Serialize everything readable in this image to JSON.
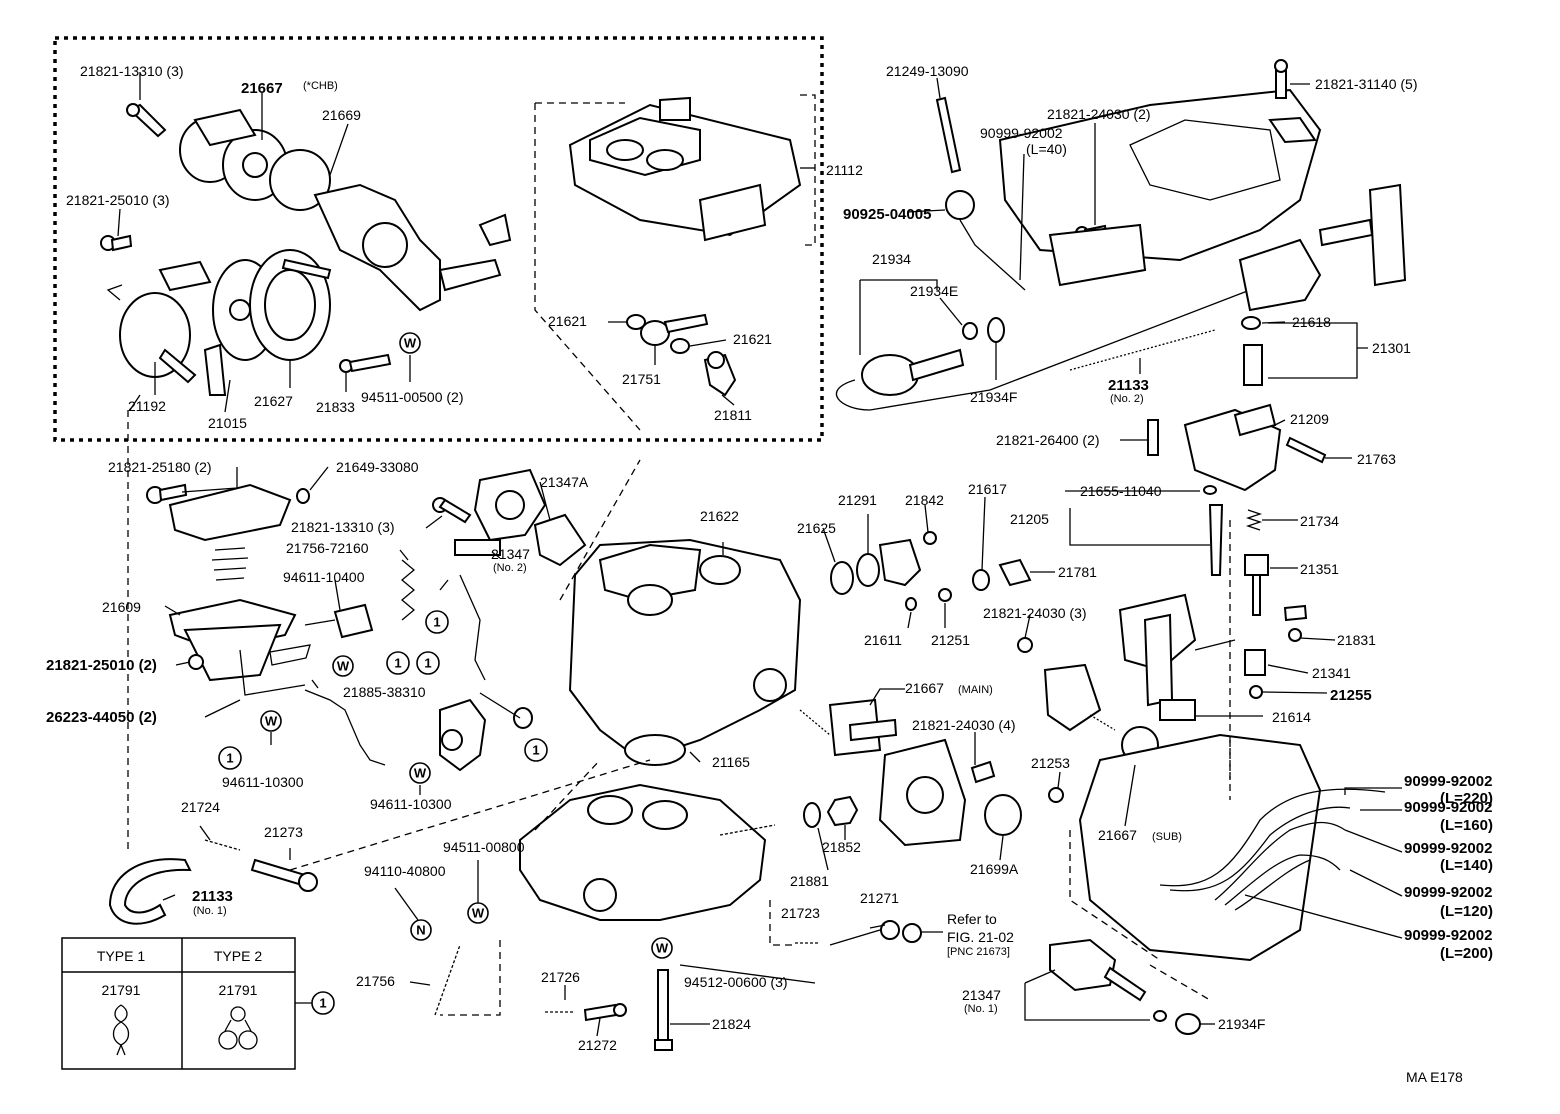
{
  "diagram_code": "MA  E178",
  "labels": {
    "l_21821_13310_3_top": "21821-13310 (3)",
    "l_21667_chb": "21667",
    "l_21667_chb_note": "(*CHB)",
    "l_21669": "21669",
    "l_21821_25010_3": "21821-25010 (3)",
    "l_21192": "21192",
    "l_21015": "21015",
    "l_21627": "21627",
    "l_21833": "21833",
    "l_94511_00500_2": "94511-00500 (2)",
    "l_21112": "21112",
    "l_21621_a": "21621",
    "l_21621_b": "21621",
    "l_21751": "21751",
    "l_21811": "21811",
    "l_21249_13090": "21249-13090",
    "l_90999_92002_top": "90999-92002",
    "l_l40": "(L=40)",
    "l_90925_04005": "90925-04005",
    "l_21821_24030_2": "21821-24030 (2)",
    "l_21821_31140_5": "21821-31140 (5)",
    "l_21934": "21934",
    "l_21934e": "21934E",
    "l_21934f_top": "21934F",
    "l_21133_no2": "21133",
    "l_no2_a": "(No. 2)",
    "l_21618": "21618",
    "l_21301": "21301",
    "l_21209": "21209",
    "l_21763": "21763",
    "l_21821_26400_2": "21821-26400 (2)",
    "l_21655_11040": "21655-11040",
    "l_21205": "21205",
    "l_21734": "21734",
    "l_21351": "21351",
    "l_21831": "21831",
    "l_21341": "21341",
    "l_21255": "21255",
    "l_21614": "21614",
    "l_21821_25180_2": "21821-25180 (2)",
    "l_21649_33080": "21649-33080",
    "l_21821_13310_3_mid": "21821-13310 (3)",
    "l_21347a": "21347A",
    "l_21756_72160": "21756-72160",
    "l_21347_no2": "21347",
    "l_no2_b": "(No. 2)",
    "l_94611_10400": "94611-10400",
    "l_21609": "21609",
    "l_21821_25010_2": "21821-25010 (2)",
    "l_26223_44050_2": "26223-44050 (2)",
    "l_21885_38310": "21885-38310",
    "l_94611_10300_a": "94611-10300",
    "l_94611_10300_b": "94611-10300",
    "l_21622": "21622",
    "l_21625": "21625",
    "l_21291": "21291",
    "l_21842": "21842",
    "l_21617": "21617",
    "l_21781": "21781",
    "l_21611": "21611",
    "l_21251": "21251",
    "l_21821_24030_3": "21821-24030 (3)",
    "l_21667_main": "21667",
    "l_main": "(MAIN)",
    "l_21165": "21165",
    "l_21821_24030_4": "21821-24030 (4)",
    "l_21253": "21253",
    "l_21667_sub": "21667",
    "l_sub": "(SUB)",
    "l_90999_92002_l220": "90999-92002",
    "l_l220": "(L=220)",
    "l_90999_92002_l160": "90999-92002",
    "l_l160": "(L=160)",
    "l_90999_92002_l140": "90999-92002",
    "l_l140": "(L=140)",
    "l_90999_92002_l120": "90999-92002",
    "l_l120": "(L=120)",
    "l_90999_92002_l200": "90999-92002",
    "l_l200": "(L=200)",
    "l_21724": "21724",
    "l_21273": "21273",
    "l_94511_00800": "94511-00800",
    "l_94110_40800": "94110-40800",
    "l_21133_no1": "21133",
    "l_no1_a": "(No. 1)",
    "l_21881": "21881",
    "l_21852": "21852",
    "l_21699a": "21699A",
    "l_21723": "21723",
    "l_21271": "21271",
    "l_refer_to": "Refer to",
    "l_fig_21_02": "FIG. 21-02",
    "l_pnc": "[PNC 21673]",
    "l_21756": "21756",
    "l_21726": "21726",
    "l_94512_00600_3": "94512-00600 (3)",
    "l_21272": "21272",
    "l_21824": "21824",
    "l_21347_no1": "21347",
    "l_no1_b": "(No. 1)",
    "l_21934f_bottom": "21934F"
  },
  "symbols": {
    "one": "1",
    "washer": "W",
    "nut": "N"
  },
  "table": {
    "type1": "TYPE 1",
    "type2": "TYPE 2",
    "part1": "21791",
    "part2": "21791",
    "ref": "1"
  }
}
